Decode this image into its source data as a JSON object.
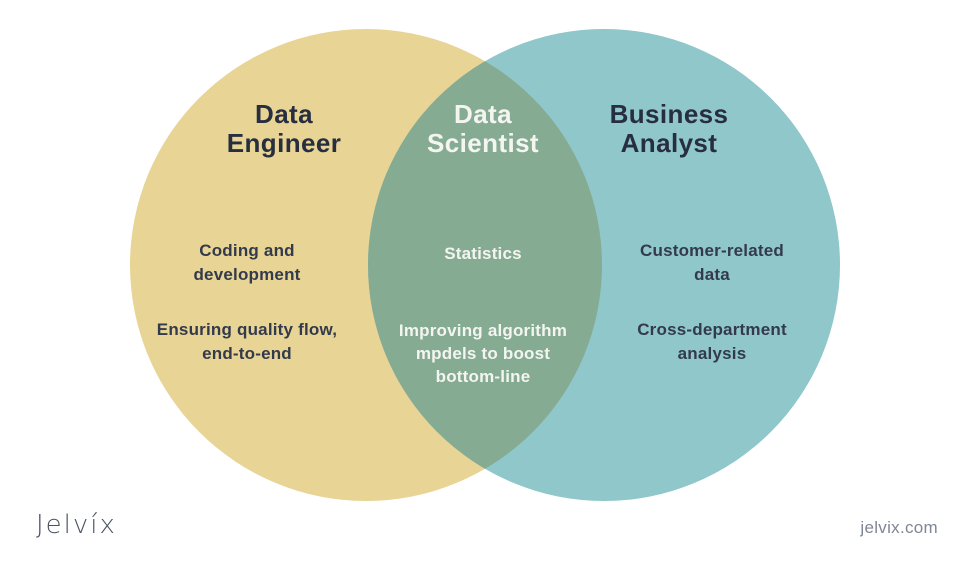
{
  "branding": {
    "logo_text": "Jelvíx",
    "website": "jelvix.com"
  },
  "colors": {
    "background": "#ffffff",
    "left_circle": "#e8d494",
    "right_circle": "#8fc7cb",
    "overlap": "#85ab93",
    "heading_dark": "#272e40",
    "text_dark": "#333a4b",
    "text_light": "#f4f5f0",
    "logo_color": "#4a5260",
    "website_color": "#7f8795"
  },
  "venn": {
    "left": {
      "title": "Data\nEngineer",
      "items": [
        "Coding and\ndevelopment",
        "Ensuring quality flow,\nend-to-end"
      ]
    },
    "middle": {
      "title": "Data\nScientist",
      "items": [
        "Statistics",
        "Improving algorithm\nmpdels to boost\nbottom-line"
      ]
    },
    "right": {
      "title": "Business\nAnalyst",
      "items": [
        "Customer-related\ndata",
        "Cross-department\nanalysis"
      ]
    }
  }
}
